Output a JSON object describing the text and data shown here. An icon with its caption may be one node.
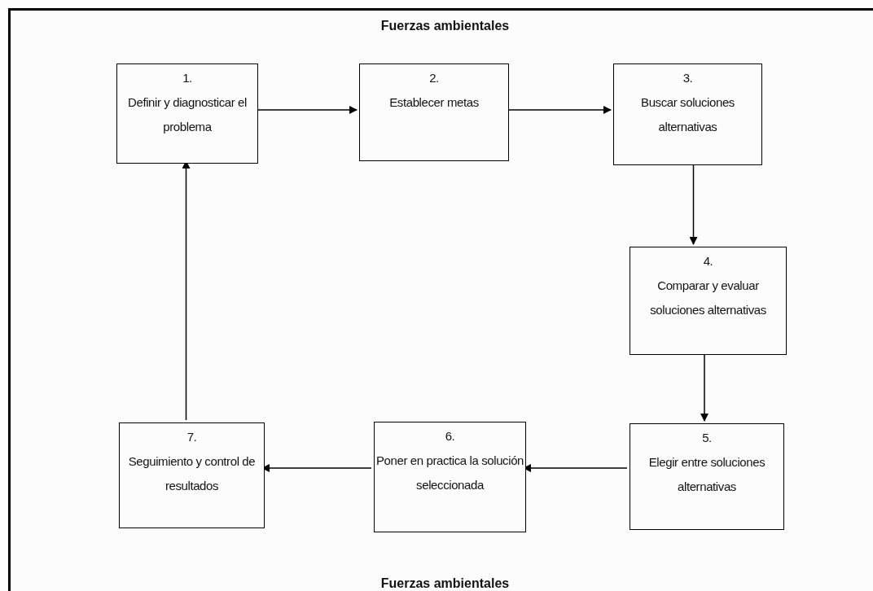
{
  "diagram": {
    "nodes": [
      {
        "text": [
          "Fuerzas ambientales",
          "Fuerzas ambientales"
        ]
      },
      {
        "text": [
          "1.",
          "Definir y diagnosticar el problema"
        ],
        "in": 0
      },
      {
        "text": [
          "2.",
          "Establecer metas"
        ],
        "in": 0
      },
      {
        "text": [
          "3.",
          "Buscar soluciones alternativas"
        ],
        "in": 0
      },
      {
        "text": [
          "4.",
          "Comparar y evaluar soluciones alternativas"
        ],
        "in": 0
      },
      {
        "text": [
          "5.",
          "Elegir entre soluciones alternativas"
        ],
        "in": 0
      },
      {
        "text": [
          "6.",
          "Poner en practica la solución seleccionada"
        ],
        "in": 0
      },
      {
        "text": [
          "7.",
          "Seguimiento y control de resultados"
        ],
        "in": 0
      }
    ],
    "edges": [
      {
        "from": 1,
        "to": 2,
        "arrow": "to"
      },
      {
        "from": 2,
        "to": 3,
        "arrow": "to"
      },
      {
        "from": 3,
        "to": 4,
        "arrow": "to"
      },
      {
        "from": 4,
        "to": 5,
        "arrow": "to"
      },
      {
        "from": 5,
        "to": 6,
        "arrow": "to"
      },
      {
        "from": 6,
        "to": 7,
        "arrow": "to"
      },
      {
        "from": 7,
        "to": 1,
        "arrow": "to"
      }
    ]
  }
}
